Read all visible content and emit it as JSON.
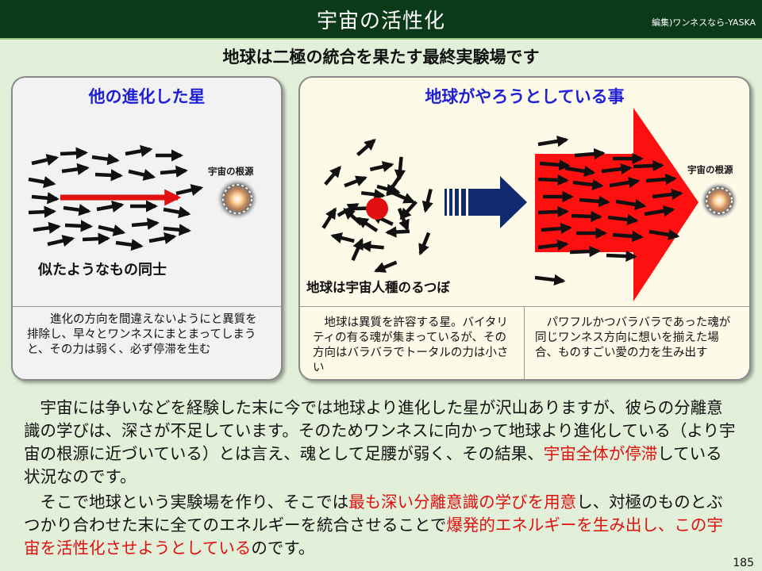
{
  "header": {
    "title": "宇宙の活性化",
    "credit": "編集)ワンネスなら-YASKA"
  },
  "subtitle": "地球は二極の統合を果たす最終実験場です",
  "left_panel": {
    "title": "他の進化した星",
    "source_label": "宇宙の根源",
    "caption": "似たようなもの同士",
    "description": "進化の方向を間違えないようにと異質を排除し、早々とワンネスにまとまってしまうと、その力は弱く、必ず停滞を生む"
  },
  "right_panel": {
    "title": "地球がやろうとしている事",
    "source_label": "宇宙の根源",
    "caption": "地球は宇宙人種のるつぼ",
    "description_left": "地球は異質を許容する星。バイタリティの有る魂が集まっているが、その方向はバラバラでトータルの力は小さい",
    "description_right": "パワフルかつバラバラであった魂が同じワンネス方向に想いを揃えた場合、ものすごい愛の力を生み出す"
  },
  "body": {
    "p1_a": "宇宙には争いなどを経験した末に今では地球より進化した星が沢山ありますが、彼らの分離意識の学びは、深さが不足しています。そのためワンネスに向かって地球より進化している（より宇宙の根源に近づいている）とは言え、魂として足腰が弱く、その結果、",
    "p1_red": "宇宙全体が停滞",
    "p1_b": "している状況なのです。",
    "p2_a": "そこで地球という実験場を作り、そこでは",
    "p2_red1": "最も深い分離意識の学びを用意",
    "p2_b": "し、対極のものとぶつかり合わせた末に全てのエネルギーを統合させることで",
    "p2_red2": "爆発的エネルギーを生み出し、この宇宙を活性化させようとしている",
    "p2_c": "のです。"
  },
  "page_number": "185",
  "colors": {
    "header_bg": "#0b3a18",
    "page_bg": "#e2f0d9",
    "title_blue": "#1f1fd6",
    "highlight_red": "#e01010",
    "big_arrow_red": "#ff1010",
    "navy_arrow": "#0f2a6e"
  }
}
